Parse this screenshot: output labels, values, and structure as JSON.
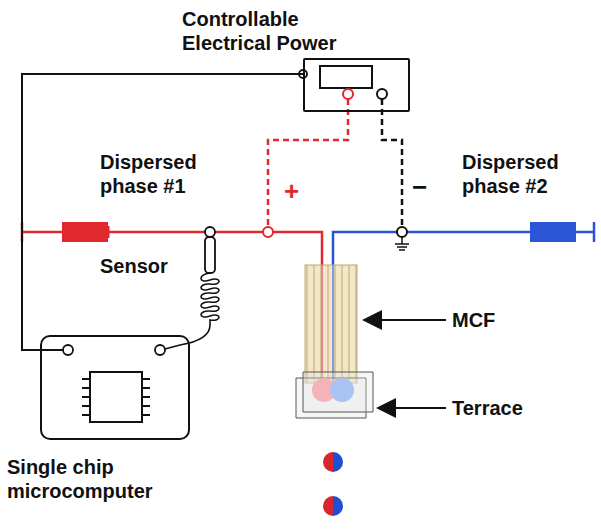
{
  "diagram": {
    "nodes": [
      {
        "text": [
          "Controllable Electrical Power"
        ]
      },
      {
        "text": [
          "Single chip microcomputer"
        ]
      }
    ],
    "edges": [
      {
        "from": 0,
        "to": 1,
        "arrow": "none"
      }
    ],
    "labels": [
      "Dispersed phase #1",
      "Dispersed phase #2",
      "Sensor",
      "MCF",
      "Terrace",
      "+",
      "−"
    ]
  }
}
